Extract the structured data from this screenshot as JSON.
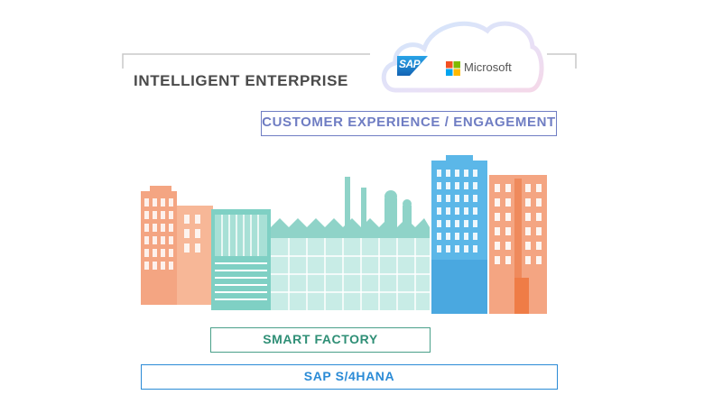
{
  "header": {
    "title": "INTELLIGENT ENTERPRISE"
  },
  "cloud": {
    "sap_label": "SAP",
    "microsoft_label": "Microsoft"
  },
  "layers": {
    "customer_experience": "CUSTOMER EXPERIENCE / ENGAGEMENT",
    "smart_factory": "SMART FACTORY",
    "s4hana": "SAP S/4HANA"
  },
  "colors": {
    "bracket": "#c8c8c8",
    "customer_experience": "#6f7dc3",
    "smart_factory": "#4aa08a",
    "s4hana": "#2b8bd6",
    "building_orange": "#f4a582",
    "building_teal": "#8fd3c8",
    "building_blue": "#5bb7e8",
    "sap_blue": "#1a7bd0",
    "ms_red": "#f25022",
    "ms_green": "#7fba00",
    "ms_blue": "#00a4ef",
    "ms_yellow": "#ffb900"
  }
}
